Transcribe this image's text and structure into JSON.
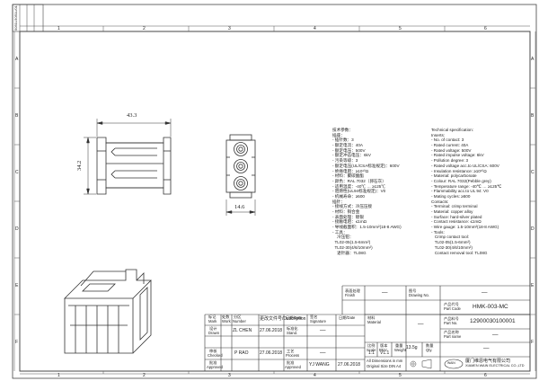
{
  "border": {
    "top_numbers": [
      "1",
      "2",
      "3",
      "4",
      "5",
      "6"
    ],
    "side_letters": [
      "A",
      "B",
      "C",
      "D",
      "E",
      "F"
    ],
    "rev_box": "5051L5051L/01"
  },
  "dimensions": {
    "width": "43.3",
    "height": "34.2",
    "depth": "14.6"
  },
  "spec_cn": [
    "技术参数：",
    "插座：",
    "- 插针数：3",
    "- 额定电流：40A",
    "- 额定电压：500V",
    "- 额定冲击电压：6kV",
    "- 污染等级：3",
    "- 额定电压(UL/CSA标准规定)：600V",
    "- 绝缘电阻：≥10¹⁰Ω",
    "- 材料：聚碳酸酯",
    "- 颜色：RAL 7032（卵石灰）",
    "- 适用温度：-40℃ … ≥125℃",
    "- 阻燃性(UL94标准规定)：V0",
    "- 机械寿命：≥500",
    "插针：",
    "- 接线方式：冷压压接",
    "- 材料：铜合金",
    "- 表面处理：镀银",
    "- 接触电阻：≤1mΩ",
    "- 导线截面积：1.5-10mm²(18-8 AWG)",
    "- 工具：",
    "    冷压钳：",
    "  TL02-05(1.5-6mm²)",
    "  TL02-30(4/6/10mm²)",
    "    退针器：TL08G"
  ],
  "spec_en": [
    "Technical specification:",
    "Inserts:",
    "- No. of contact: 3",
    "- Rated current: 40A",
    "- Rated voltage: 500V",
    "- Rated impulse voltage: 6kV",
    "- Pollution degree: 3",
    "- Rated voltage acc.to UL/CSA: 600V",
    "- Insulation resistance: ≥10¹⁰Ω",
    "- Material: polycarbonate",
    "- Colour: RAL 7032(Pebble grey)",
    "- Temperature range: -40℃ … ≥125℃",
    "- Flammability acc.to UL 94: V0",
    "- Mating cycles: ≥500",
    "Contacts:",
    "- Terminal: crimp terminal",
    "- Material: copper alloy",
    "- Surface: hard-silver plated",
    "- Contact resistance: ≤1mΩ",
    "- Wire gauge: 1.5-10mm²(18-8 AWG)",
    "- Tools:",
    "   Crimp contact tool:",
    "   TL02-05(1.5-6mm²)",
    "   TL02-30(4/6/10mm²)",
    "   Contact removal tool: TL08G"
  ],
  "title_block": {
    "finish_label_cn": "表面处理",
    "finish_label_en": "Finish",
    "finish_value": "—",
    "drawing_label_cn": "图号",
    "drawing_label_en": "Drawing No.",
    "drawing_value": "—",
    "part_code_label_cn": "产品代号",
    "part_code_label_en": "Part Code",
    "part_code_value": "HMK-003-MC",
    "material_label_cn": "材料",
    "material_label_en": "Material",
    "material_value": "—",
    "part_no_label_cn": "产品料号",
    "part_no_label_en": "Part No.",
    "part_no_value": "12900030100001",
    "name_label_cn": "产品名称",
    "name_label_en": "Part name",
    "name_value": "—",
    "h_mark_cn": "标记",
    "h_mark_en": "Mark",
    "h_work_cn": "处数",
    "h_work_en": "Work",
    "h_number_cn": "分区",
    "h_number_en": "Number",
    "h_desc": "更改文件号/Description",
    "h_date": "日期/Date",
    "h_sign_cn": "签名",
    "h_sign_en": "Signature",
    "h_date2": "日期/Date",
    "row_drawn_cn": "设计",
    "row_drawn_en": "Drawn",
    "drawn_name": "ZL CHEN",
    "drawn_date": "27.06.2018",
    "row_stand_cn": "标准化",
    "row_stand_en": "Stand.",
    "stand_value": "—",
    "row_checked_cn": "审核",
    "row_checked_en": "Checked",
    "checked_name": "P RAO",
    "checked_date": "27.06.2018",
    "row_process_cn": "工艺",
    "row_process_en": "Process",
    "process_value": "—",
    "row_approved_cn": "批准",
    "row_approved_en": "Approved",
    "approved_name": "YJ WANG",
    "approved_date": "27.06.2018",
    "scale_label_cn": "比例",
    "scale_label_en": "Scale",
    "scale_value": "1:1",
    "rev_label_cn": "版本",
    "rev_label_en": "REV.",
    "rev_value": "V1.1",
    "weight_label_cn": "重量",
    "weight_label_en": "Weight",
    "weight_value": "13.5g",
    "qty_label_cn": "数量",
    "qty_label_en": "Qty.",
    "qty_value": "—",
    "dim_note_1": "All Dimensions in mm",
    "dim_note_2": "Original Size DIN A4",
    "company_cn": "厦门维恩电气有限公司",
    "company_en": "XIAMEN WAIN ELECTRICAL CO.,LTD",
    "logo_text": "WAIN"
  }
}
